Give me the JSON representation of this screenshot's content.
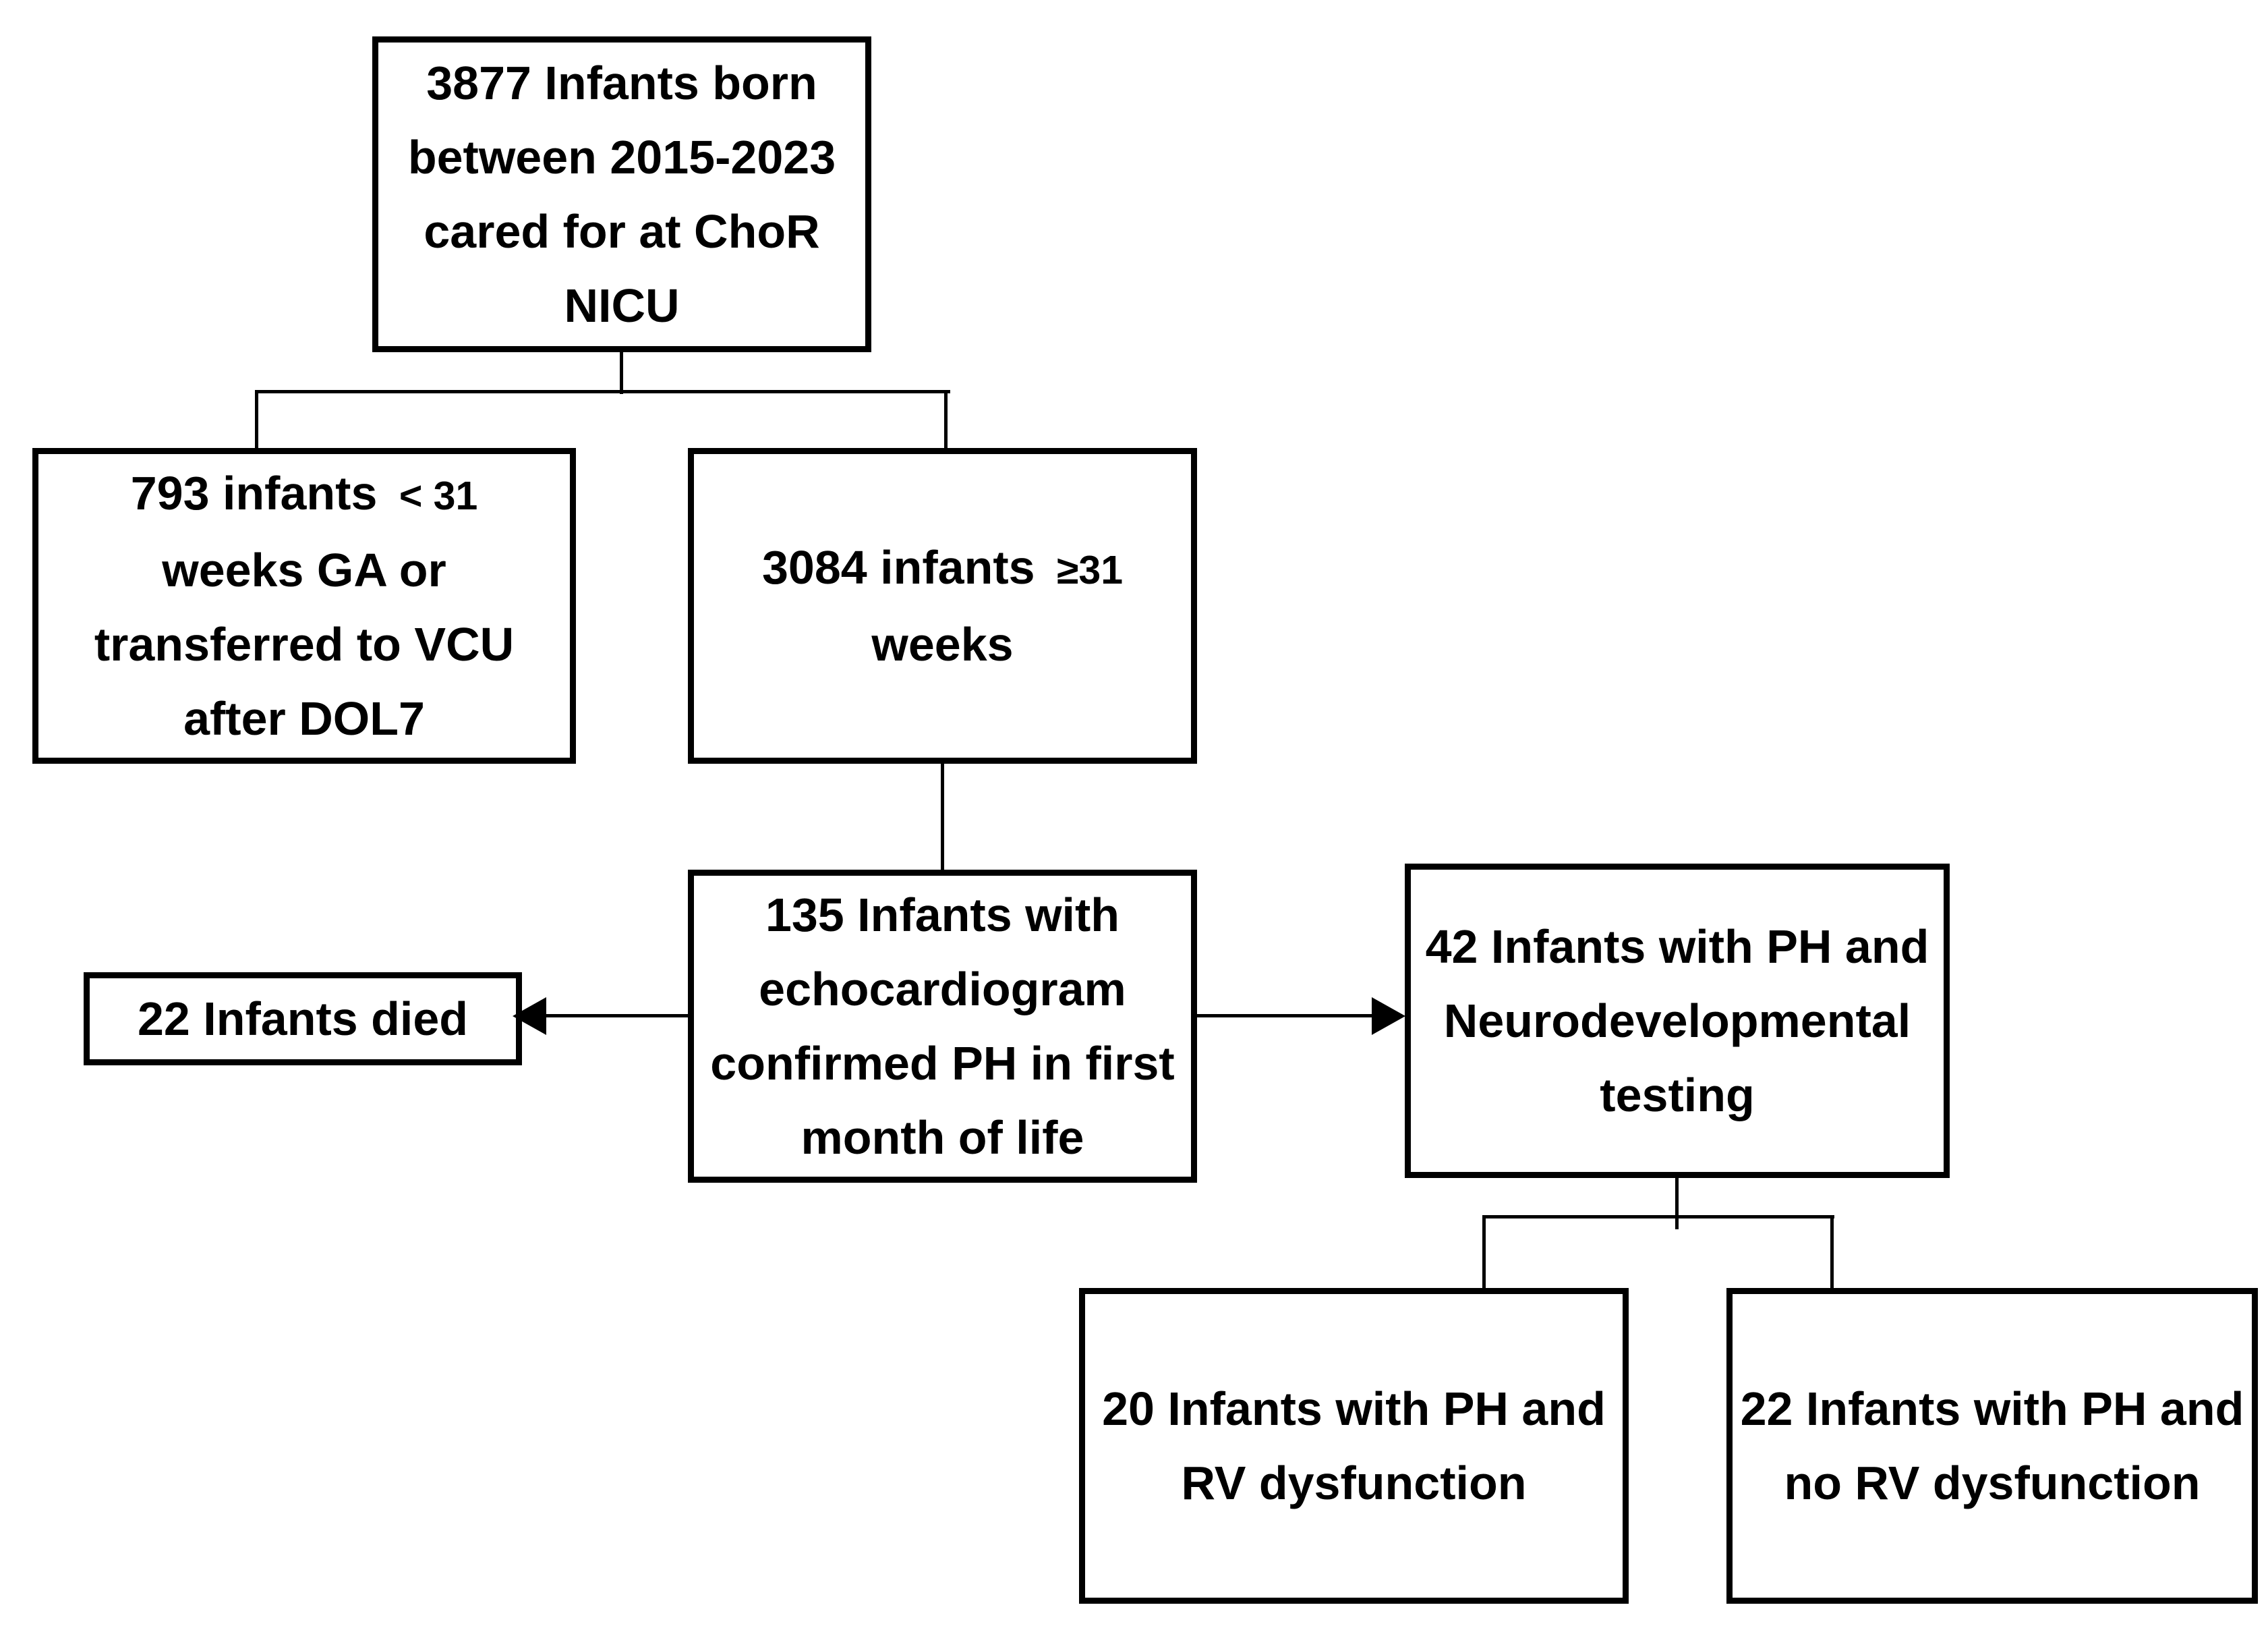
{
  "flowchart": {
    "background_color": "#ffffff",
    "box_border_color": "#000000",
    "text_color": "#000000",
    "line_color": "#000000",
    "nodes": {
      "total": {
        "text": "3877 Infants born\nbetween 2015-2023\ncared for at ChoR\nNICU"
      },
      "excluded": {
        "text_main": "793 infants ",
        "text_small": "< 31",
        "text_rest": "\nweeks GA or\ntransferred to VCU\nafter DOL7"
      },
      "eligible": {
        "text_main": "3084 infants ",
        "text_small": "≥31",
        "text_rest": "\nweeks"
      },
      "ph_confirmed": {
        "text": "135 Infants with\nechocardiogram\nconfirmed PH in first\nmonth of life"
      },
      "died": {
        "text": "22 Infants died"
      },
      "nd_testing": {
        "text": "42 Infants with PH and\nNeurodevelopmental\ntesting"
      },
      "rv_dysfunction": {
        "text": "20 Infants with PH and\nRV dysfunction"
      },
      "no_rv_dysfunction": {
        "text": "22 Infants with PH and\nno RV dysfunction"
      }
    },
    "edges": [
      {
        "from": "total",
        "to": "excluded",
        "arrow": false
      },
      {
        "from": "total",
        "to": "eligible",
        "arrow": false
      },
      {
        "from": "eligible",
        "to": "ph_confirmed",
        "arrow": false
      },
      {
        "from": "ph_confirmed",
        "to": "died",
        "arrow": true
      },
      {
        "from": "ph_confirmed",
        "to": "nd_testing",
        "arrow": true
      },
      {
        "from": "nd_testing",
        "to": "rv_dysfunction",
        "arrow": false
      },
      {
        "from": "nd_testing",
        "to": "no_rv_dysfunction",
        "arrow": false
      }
    ]
  }
}
